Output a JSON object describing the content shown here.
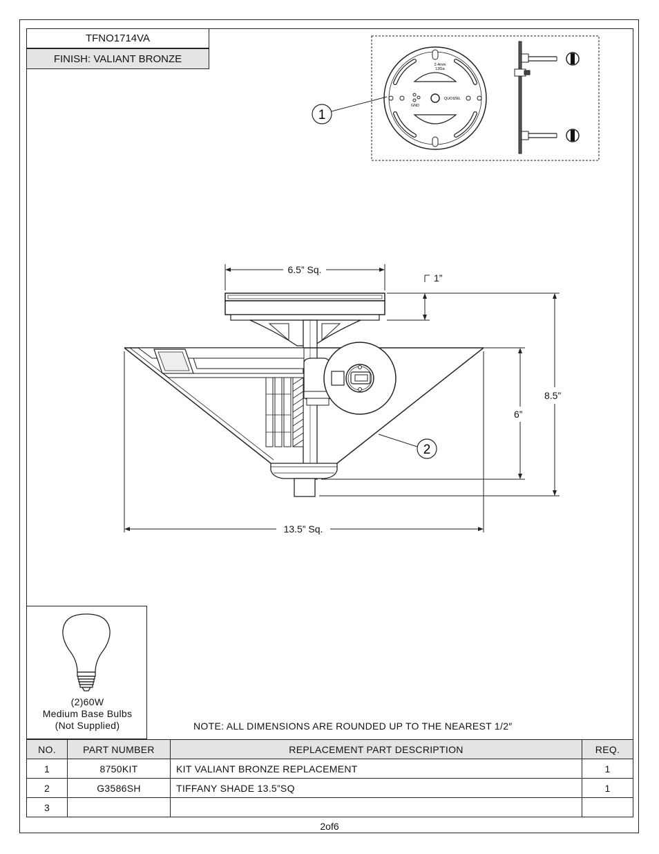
{
  "header": {
    "model": "TFNO1714VA",
    "finish": "FINISH: VALIANT BRONZE"
  },
  "callouts": {
    "one": "1",
    "two": "2"
  },
  "mount_plate": {
    "text_gauge": "2.4mm",
    "text_gauge2": "13Ga",
    "text_gnd": "GND",
    "text_brand": "QUOIZEL"
  },
  "dimensions": {
    "top_width": "6.5” Sq.",
    "canopy_height": "1”",
    "overall_height": "8.5”",
    "shade_height": "6”",
    "shade_width": "13.5” Sq."
  },
  "bulb": {
    "line1": "(2)60W",
    "line2": "Medium Base Bulbs",
    "line3": "(Not Supplied)"
  },
  "note": "NOTE:  ALL DIMENSIONS ARE ROUNDED UP TO THE NEAREST  1/2″",
  "table": {
    "headers": [
      "NO.",
      "PART NUMBER",
      "REPLACEMENT PART DESCRIPTION",
      "REQ."
    ],
    "rows": [
      {
        "no": "1",
        "part": "8750KIT",
        "desc": "KIT VALIANT BRONZE REPLACEMENT",
        "req": "1"
      },
      {
        "no": "2",
        "part": "G3586SH",
        "desc": "TIFFANY SHADE 13.5”SQ",
        "req": "1"
      },
      {
        "no": "3",
        "part": "",
        "desc": "",
        "req": ""
      }
    ]
  },
  "page": "2of6"
}
